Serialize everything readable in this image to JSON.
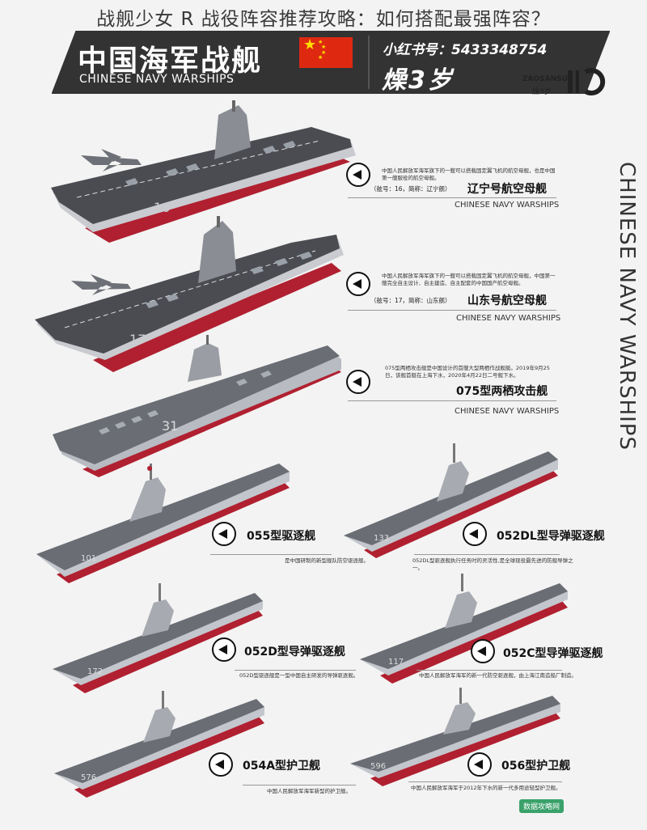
{
  "page_title": "战舰少女 R 战役阵容推荐攻略：如何搭配最强阵容？",
  "banner": {
    "title_cn": "中国海军战舰",
    "title_en": "CHINESE NAVY WARSHIPS",
    "xhs_label": "小红书号：5433348754",
    "brand": "燥3岁"
  },
  "logo": {
    "en": "ZAOSANSUI",
    "cn": "燥3岁"
  },
  "side_text": "CHINESE NAVY WARSHIPS",
  "ships": [
    {
      "desc": "中国人民解放军海军旗下的一艘可以搭载固定翼飞机的航空母舰，也是中国第一艘服役的航空母舰。",
      "code": "（舷号：16，简称：辽宁舰）",
      "name": "辽宁号航空母舰",
      "en": "CHINESE NAVY WARSHIPS",
      "hull": "16"
    },
    {
      "desc": "中国人民解放军海军旗下的一艘可以搭载固定翼飞机的航空母舰，中国第一艘完全自主设计、自主建造、自主配套的中国国产航空母舰。",
      "code": "（舷号：17，简称：山东舰）",
      "name": "山东号航空母舰",
      "en": "CHINESE NAVY WARSHIPS",
      "hull": "17"
    },
    {
      "desc": "075型两栖攻击舰是中国设计的首艘大型两栖作战舰艇。2019年9月25日，该舰首艇在上海下水，2020年4月22日二号舰下水。",
      "code": "",
      "name": "075型两栖攻击舰",
      "en": "CHINESE NAVY WARSHIPS",
      "hull": "31"
    },
    {
      "name": "055型驱逐舰",
      "desc": "是中国研制的新型舰队防空驱逐舰。",
      "hull": "101"
    },
    {
      "name": "052DL型导弹驱逐舰",
      "desc": "052DL型驱逐舰执行任务时的灵活性,是全球现役最先进的防舰导弹之一。",
      "hull": "133"
    },
    {
      "name": "052D型导弹驱逐舰",
      "desc": "052D型驱逐舰是一型中国自主研发的导弹驱逐舰。",
      "hull": "172"
    },
    {
      "name": "052C型导弹驱逐舰",
      "desc": "中国人民解放军海军的新一代防空驱逐舰，由上海江南造船厂制造。",
      "hull": "117"
    },
    {
      "name": "054A型护卫舰",
      "desc": "中国人民解放军海军新型的护卫舰。",
      "hull": "576"
    },
    {
      "name": "056型护卫舰",
      "desc": "中国人民解放军海军于2012年下水的新一代多用途轻型护卫舰。",
      "hull": "596"
    }
  ],
  "corner_badge": "数据攻略网",
  "colors": {
    "banner": "#333333",
    "hull_red": "#b02030",
    "deck": "#4a4c52",
    "flag_red": "#de2910",
    "flag_star": "#ffde00"
  }
}
